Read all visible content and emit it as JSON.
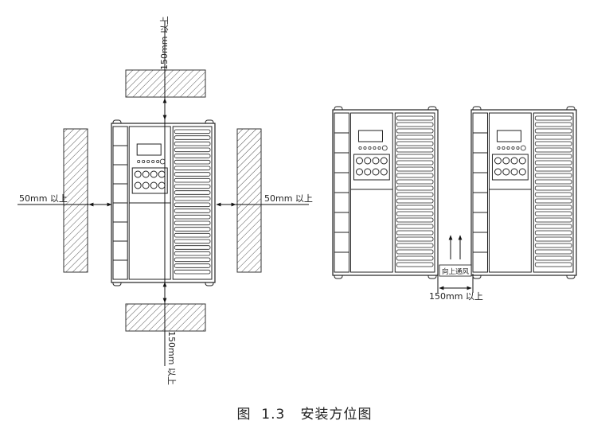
{
  "labels": {
    "clearance_top": "150mm 以上",
    "clearance_bottom": "150mm 以上",
    "clearance_left": "50mm 以上",
    "clearance_right": "50mm 以上",
    "clearance_between": "150mm 以上",
    "airflow": "向上通风"
  },
  "caption": {
    "number": "图  1.3",
    "title": "安装方位图"
  }
}
